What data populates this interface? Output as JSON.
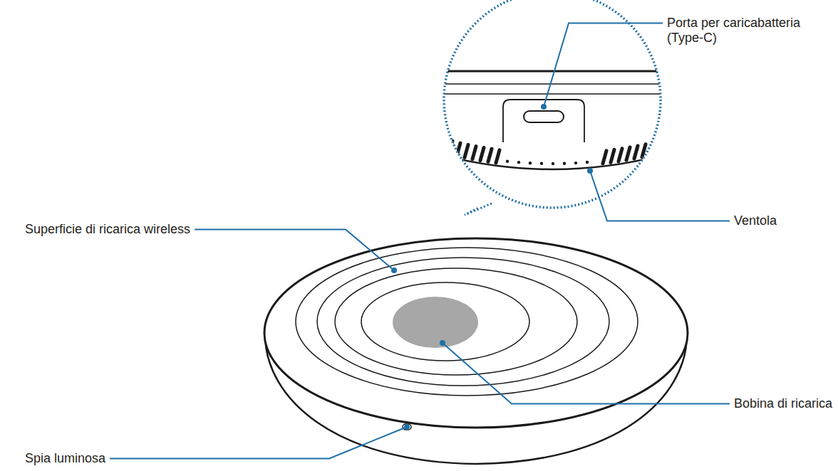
{
  "diagram": {
    "labels": [
      "Porta per caricabatteria (Type-C)",
      "Ventola",
      "Superficie di ricarica wireless",
      "Bobina di ricarica",
      "Spia luminosa"
    ]
  }
}
